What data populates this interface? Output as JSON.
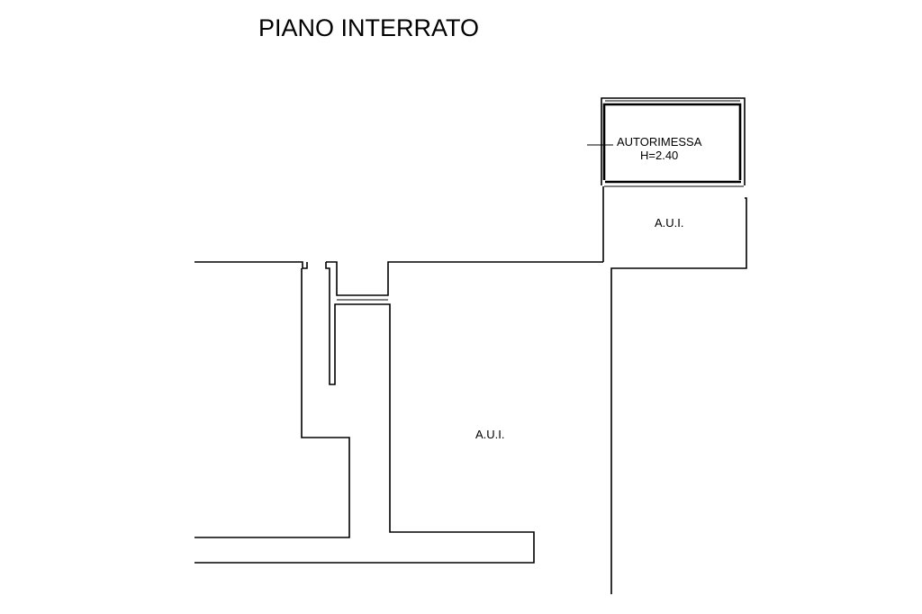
{
  "title": "PIANO INTERRATO",
  "rooms": {
    "garage": {
      "name": "AUTORIMESSA",
      "height": "H=2.40"
    },
    "aui_upper": {
      "label": "A.U.I."
    },
    "aui_main": {
      "label": "A.U.I."
    }
  }
}
